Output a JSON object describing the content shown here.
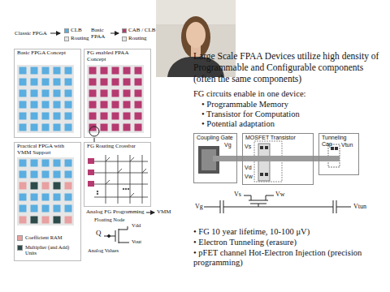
{
  "diagram": {
    "title": "Large Scale FPAA Devices utilize high density of Programmable and Configurable components (often the same components)",
    "nodes": [
      {
        "text": [
          "Basic FPGA Concept"
        ]
      },
      {
        "text": [
          "FG enabled FPAA Concept"
        ]
      },
      {
        "text": [
          "Practical FPGA with VMM Support"
        ]
      },
      {
        "text": [
          "FG Routing Crossbar"
        ]
      },
      {
        "text": [
          "Coupling Gate"
        ]
      },
      {
        "text": [
          "MOSFET Transistor"
        ]
      },
      {
        "text": [
          "Tunneling Cap"
        ]
      }
    ],
    "edges": [
      {
        "from": 1,
        "to": 3,
        "arrow": "none"
      }
    ],
    "labels": [
      "Classic FPGA",
      "Basic FPAA",
      "FG circuits enable in one device:",
      "• Programmable Memory",
      "• Transistor for Computation",
      "• Potential adaptation",
      "Analog FG Programming",
      "VMM",
      "Floating Node",
      "Q",
      "Vdd",
      "Vout",
      "Analog Values",
      "Vg",
      "Vs",
      "Vd",
      "Vw",
      "Vtun",
      "Vg",
      "Vs",
      "Vw",
      "Vtun",
      "• FG 10 year lifetime, 10-100 μV)",
      "• Electron Tunneling (erasure)",
      "• pFET channel Hot-Electron Injection (precision programming)"
    ],
    "legend": [
      {
        "text": "CLB",
        "color": "#5aaee0"
      },
      {
        "text": "Routing",
        "color": "#e6e6e6"
      },
      {
        "text": "CAB / CLB",
        "color": "#b53a70"
      },
      {
        "text": "Routing",
        "color": "#e6e6e6"
      },
      {
        "text": "Coefficient RAM",
        "color": "#e8a0a0"
      },
      {
        "text": "Multiplier (and Add) Units",
        "color": "#2e4b4b"
      }
    ]
  }
}
